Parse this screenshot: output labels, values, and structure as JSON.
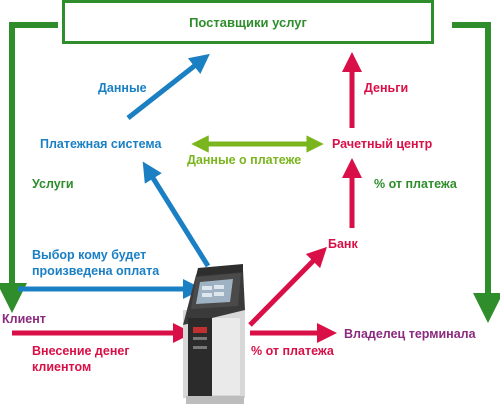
{
  "nodes": {
    "providers": "Поставщики услуг",
    "payment_system": "Платежная система",
    "settlement_center": "Рачетный центр",
    "bank": "Банк",
    "client": "Клиент",
    "terminal_owner": "Владелец терминала"
  },
  "edges": {
    "data": "Данные",
    "money": "Деньги",
    "payment_data": "Данные о платеже",
    "services": "Услуги",
    "percent_right": "% от платежа",
    "choice_line1": "Выбор кому будет",
    "choice_line2": "произведена оплата",
    "deposit_line1": "Внесение денег",
    "deposit_line2": "клиентом",
    "percent_bottom": "% от платежа"
  },
  "colors": {
    "green": "#2f8d2c",
    "blue": "#1a7fc3",
    "red": "#d90f47",
    "light_green": "#7ab51d",
    "purple": "#8b2a7e"
  }
}
